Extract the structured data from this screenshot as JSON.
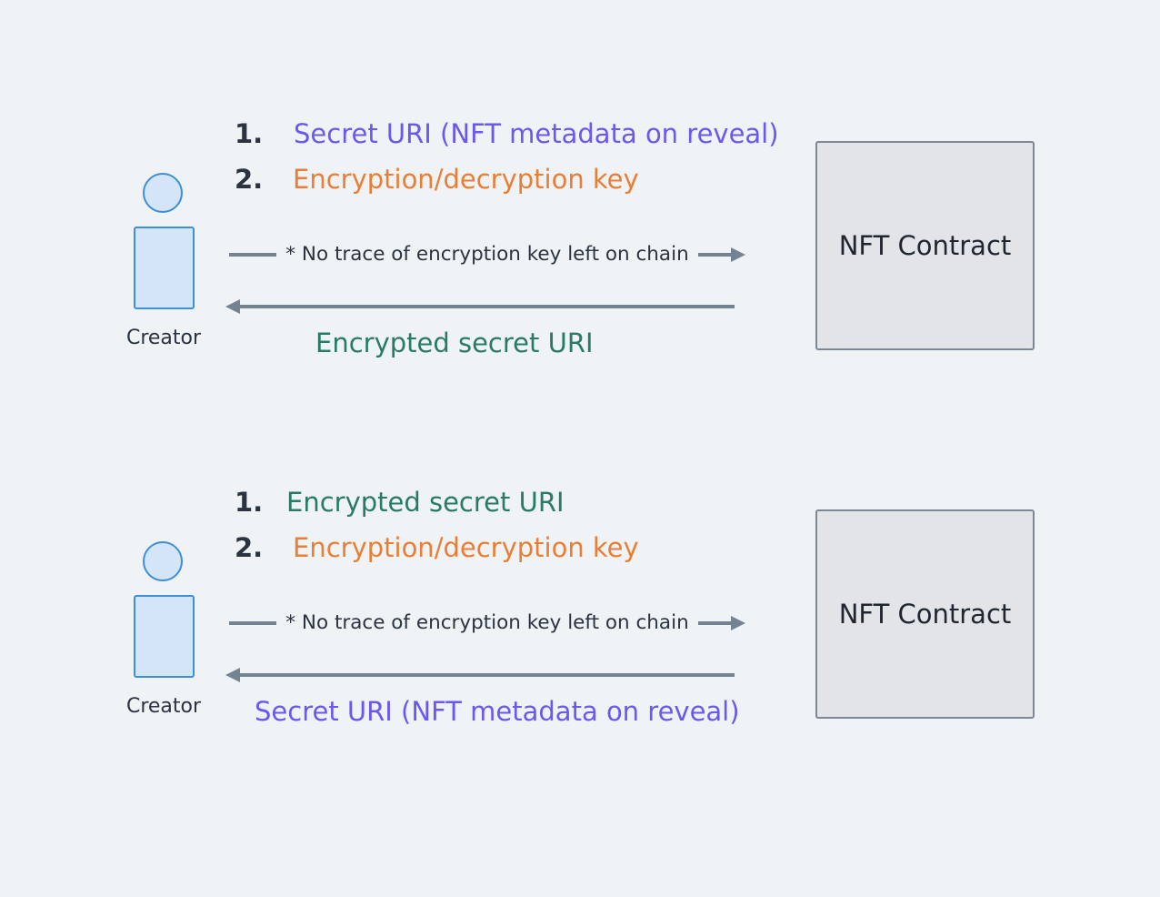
{
  "panels": [
    {
      "steps": [
        {
          "number": "1.",
          "text": "Secret URI (NFT metadata on reveal)",
          "color": "#6c57ef"
        },
        {
          "number": "2.",
          "text": "Encryption/decryption key",
          "color": "#ea7e34"
        }
      ],
      "actor_label": "Creator",
      "forward_note": "* No trace of encryption key left on chain",
      "return_label": "Encrypted secret URI",
      "return_color": "#2a7b64",
      "contract_label": "NFT Contract"
    },
    {
      "steps": [
        {
          "number": "1.",
          "text": "Encrypted secret URI",
          "color": "#2a7b64"
        },
        {
          "number": "2.",
          "text": "Encryption/decryption key",
          "color": "#ea7e34"
        }
      ],
      "actor_label": "Creator",
      "forward_note": "* No trace of encryption key left on chain",
      "return_label": "Secret URI (NFT metadata on reveal)",
      "return_color": "#6c57ef",
      "contract_label": "NFT Contract"
    }
  ],
  "colors": {
    "actor_stroke": "#3d8fd8",
    "actor_fill": "#d4e5f7",
    "arrow": "#738391",
    "contract_stroke": "#7e8894",
    "contract_fill": "#e2e4e8",
    "background": "#eff3f6"
  }
}
